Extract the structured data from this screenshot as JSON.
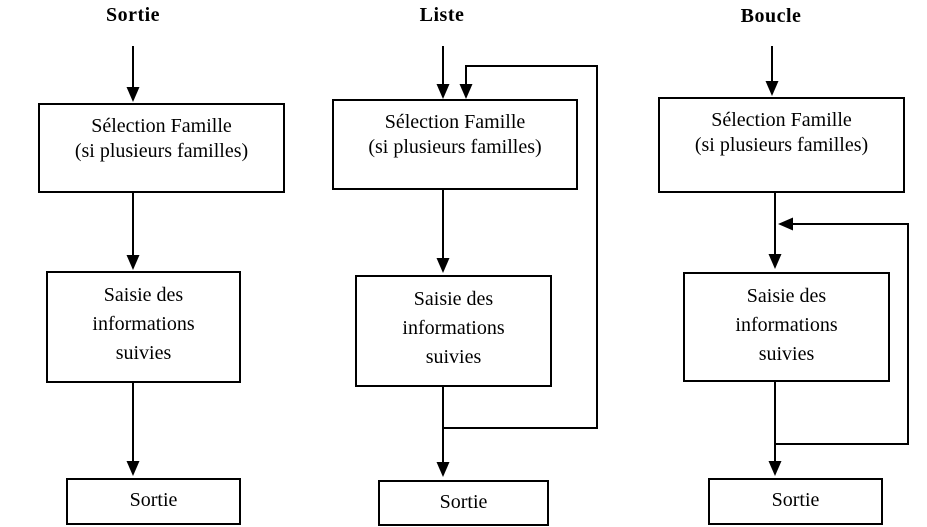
{
  "diagram": {
    "colors": {
      "line": "#000000",
      "text": "#000000",
      "background": "#ffffff"
    },
    "columns": [
      {
        "title": "Sortie",
        "selection_box": {
          "line1": "Sélection Famille",
          "line2": "(si plusieurs familles)"
        },
        "input_box": {
          "line1": "Saisie des",
          "line2": "informations",
          "line3": "suivies"
        },
        "exit_box": {
          "label": "Sortie"
        }
      },
      {
        "title": "Liste",
        "selection_box": {
          "line1": "Sélection Famille",
          "line2": "(si plusieurs familles)"
        },
        "input_box": {
          "line1": "Saisie des",
          "line2": "informations",
          "line3": "suivies"
        },
        "exit_box": {
          "label": "Sortie"
        }
      },
      {
        "title": "Boucle",
        "selection_box": {
          "line1": "Sélection Famille",
          "line2": "(si plusieurs familles)"
        },
        "input_box": {
          "line1": "Saisie des",
          "line2": "informations",
          "line3": "suivies"
        },
        "exit_box": {
          "label": "Sortie"
        }
      }
    ]
  }
}
